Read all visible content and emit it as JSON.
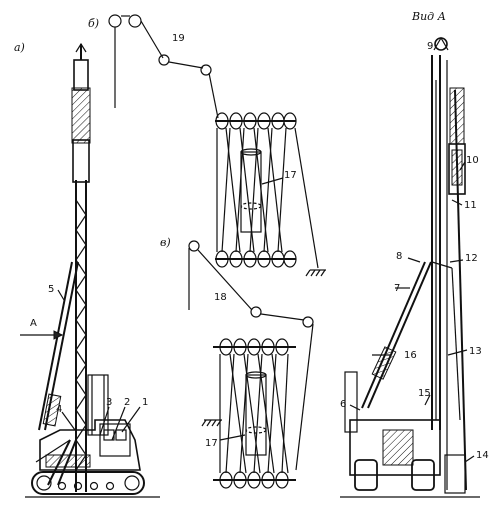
{
  "figure": {
    "panel_labels": {
      "a": "а)",
      "b": "б)",
      "c": "в)",
      "view": "Вид А"
    },
    "arrow_label": "A",
    "callouts": {
      "n1": "1",
      "n2": "2",
      "n3": "3",
      "n4": "4",
      "n5": "5",
      "n6": "6",
      "n7": "7",
      "n8": "8",
      "n9": "9",
      "n10": "10",
      "n11": "11",
      "n12": "12",
      "n13": "13",
      "n14": "14",
      "n15": "15",
      "n16": "16",
      "n17a": "17",
      "n17b": "17",
      "n18": "18",
      "n19": "19"
    }
  }
}
